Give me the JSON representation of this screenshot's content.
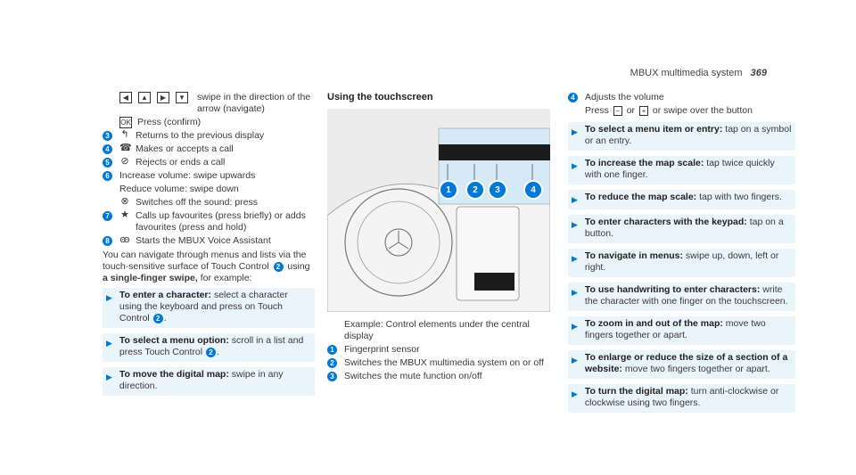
{
  "header": {
    "section": "MBUX multimedia system",
    "page": "369"
  },
  "col1": {
    "nav_line": "swipe in the direction of the arrow (navigate)",
    "ok_line": "Press (confirm)",
    "ok_icon": "OK",
    "item3": {
      "num": "3",
      "text": "Returns to the previous display",
      "icon": "back-arrow-icon"
    },
    "item4": {
      "num": "4",
      "text": "Makes or accepts a call",
      "icon": "phone-icon"
    },
    "item5": {
      "num": "5",
      "text": "Rejects or ends a call",
      "icon": "hangup-icon"
    },
    "item6": {
      "num": "6",
      "text": "Increase volume: swipe upwards"
    },
    "reduce": "Reduce volume: swipe down",
    "mute": "Switches off the sound: press",
    "item7": {
      "num": "7",
      "text": "Calls up favourites (press briefly) or adds favourites (press and hold)"
    },
    "item8": {
      "num": "8",
      "text": "Starts the MBUX Voice Assistant"
    },
    "para": "You can navigate through menus and lists via the touch-sensitive surface of Touch Control",
    "para_num": "2",
    "para2a": "using",
    "para2b": "a single-finger swipe,",
    "para2c": "for example:",
    "tips": [
      {
        "bold": "To enter a character:",
        "text": "select a character using the keyboard and press on Touch Control",
        "num": "2",
        "end": "."
      },
      {
        "bold": "To select a menu option:",
        "text": "scroll in a list and press Touch Control",
        "num": "2",
        "end": "."
      },
      {
        "bold": "To move the digital map:",
        "text": "swipe in any direction.",
        "num": "",
        "end": ""
      }
    ]
  },
  "col2": {
    "heading": "Using the touchscreen",
    "caption": "Example: Control elements under the central display",
    "items": [
      {
        "num": "1",
        "text": "Fingerprint sensor"
      },
      {
        "num": "2",
        "text": "Switches the MBUX multimedia system on or off"
      },
      {
        "num": "3",
        "text": "Switches the mute function on/off"
      }
    ],
    "bubbles": [
      "1",
      "2",
      "3",
      "4"
    ]
  },
  "col3": {
    "item4": {
      "num": "4",
      "text": "Adjusts the volume"
    },
    "press_a": "Press",
    "minus": "−",
    "or": "or",
    "plus": "+",
    "press_b": "or swipe over the button",
    "tips": [
      {
        "bold": "To select a menu item or entry:",
        "text": "tap on a symbol or an entry."
      },
      {
        "bold": "To increase the map scale:",
        "text": "tap twice quickly with one finger."
      },
      {
        "bold": "To reduce the map scale:",
        "text": "tap with two fingers."
      },
      {
        "bold": "To enter characters with the keypad:",
        "text": "tap on a button."
      },
      {
        "bold": "To navigate in menus:",
        "text": "swipe up, down, left or right."
      },
      {
        "bold": "To use handwriting to enter characters:",
        "text": "write the character with one finger on the touchscreen."
      },
      {
        "bold": "To zoom in and out of the map:",
        "text": "move two fingers together or apart."
      },
      {
        "bold": "To enlarge or reduce the size of a section of a website:",
        "text": "move two fingers together or apart."
      },
      {
        "bold": "To turn the digital map:",
        "text": "turn anti-clockwise or clockwise using two fingers."
      }
    ]
  }
}
